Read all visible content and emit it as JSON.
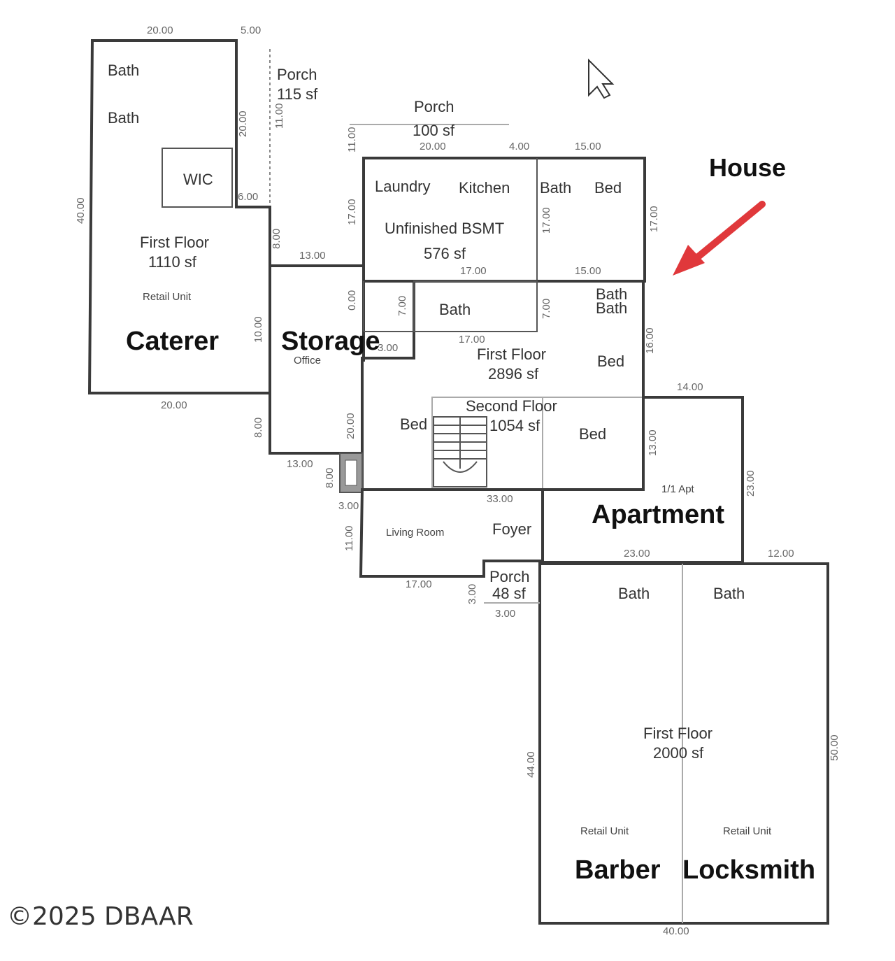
{
  "labels": {
    "house": "House",
    "copyright": "©2025 DBAAR"
  },
  "units": {
    "caterer": "Caterer",
    "storage": "Storage",
    "apartment": "Apartment",
    "barber": "Barber",
    "locksmith": "Locksmith"
  },
  "rooms": {
    "caterer_bath1": "Bath",
    "caterer_bath2": "Bath",
    "caterer_wic": "WIC",
    "caterer_floor": "First Floor",
    "caterer_area": "1110 sf",
    "caterer_retail": "Retail Unit",
    "porch_left": "Porch",
    "porch_left_area": "115 sf",
    "porch_top": "Porch",
    "porch_top_area": "100 sf",
    "laundry": "Laundry",
    "kitchen": "Kitchen",
    "unfinished": "Unfinished BSMT",
    "unfinished_area": "576 sf",
    "house_bath_top": "Bath",
    "house_bed_top": "Bed",
    "house_bath_mid": "Bath",
    "house_bath_r1": "Bath",
    "house_bath_r2": "Bath",
    "house_floor": "First Floor",
    "house_floor_area": "2896 sf",
    "house_bed_right": "Bed",
    "second_floor": "Second Floor",
    "second_floor_area": "1054 sf",
    "bed_left": "Bed",
    "bed_mid": "Bed",
    "office": "Office",
    "apt_label": "1/1 Apt",
    "living_room": "Living Room",
    "foyer": "Foyer",
    "porch_bottom": "Porch",
    "porch_bottom_area": "48 sf",
    "barber_bath": "Bath",
    "lock_bath": "Bath",
    "lower_floor": "First Floor",
    "lower_area": "2000 sf",
    "barber_retail": "Retail Unit",
    "lock_retail": "Retail Unit"
  },
  "dims": {
    "d1": "20.00",
    "d2": "5.00",
    "d3": "20.00",
    "d4": "6.00",
    "d5": "40.00",
    "d6": "8.00",
    "d7": "13.00",
    "d8": "10.00",
    "d9": "20.00",
    "d10": "8.00",
    "d11": "20.00",
    "d12": "4.00",
    "d13": "15.00",
    "d14": "11.00",
    "d15": "17.00",
    "d16": "17.00",
    "d17": "17.00",
    "d18": "15.00",
    "d19": "7.00",
    "d20": "7.00",
    "d21": "17.00",
    "d22": "3.00",
    "d23": "16.00",
    "d24": "13.00",
    "d25": "8.00",
    "d26": "14.00",
    "d27": "13.00",
    "d28": "23.00",
    "d29": "33.00",
    "d30": "3.00",
    "d31": "11.00",
    "d32": "17.00",
    "d33": "3.00",
    "d34": "3.00",
    "d35": "23.00",
    "d36": "12.00",
    "d37": "44.00",
    "d38": "50.00",
    "d39": "40.00",
    "d40": "11.00",
    "d41": "0.00"
  }
}
